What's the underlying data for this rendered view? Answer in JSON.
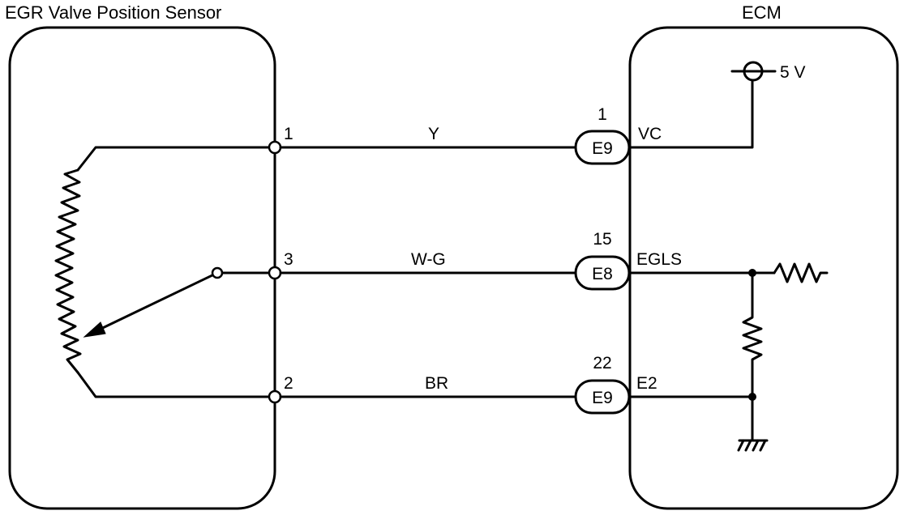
{
  "sensor": {
    "title": "EGR Valve Position Sensor",
    "pins": {
      "vc": "1",
      "signal": "3",
      "ground": "2"
    }
  },
  "ecm": {
    "title": "ECM",
    "supply_label": "5 V",
    "terminals": [
      {
        "connector": "E9",
        "pin": "1",
        "name": "VC",
        "wire_color": "Y"
      },
      {
        "connector": "E8",
        "pin": "15",
        "name": "EGLS",
        "wire_color": "W-G"
      },
      {
        "connector": "E9",
        "pin": "22",
        "name": "E2",
        "wire_color": "BR"
      }
    ]
  },
  "icons": {
    "potentiometer": "potentiometer-icon",
    "resistor": "resistor-icon",
    "ground": "ground-icon",
    "supply": "voltage-source-icon"
  }
}
